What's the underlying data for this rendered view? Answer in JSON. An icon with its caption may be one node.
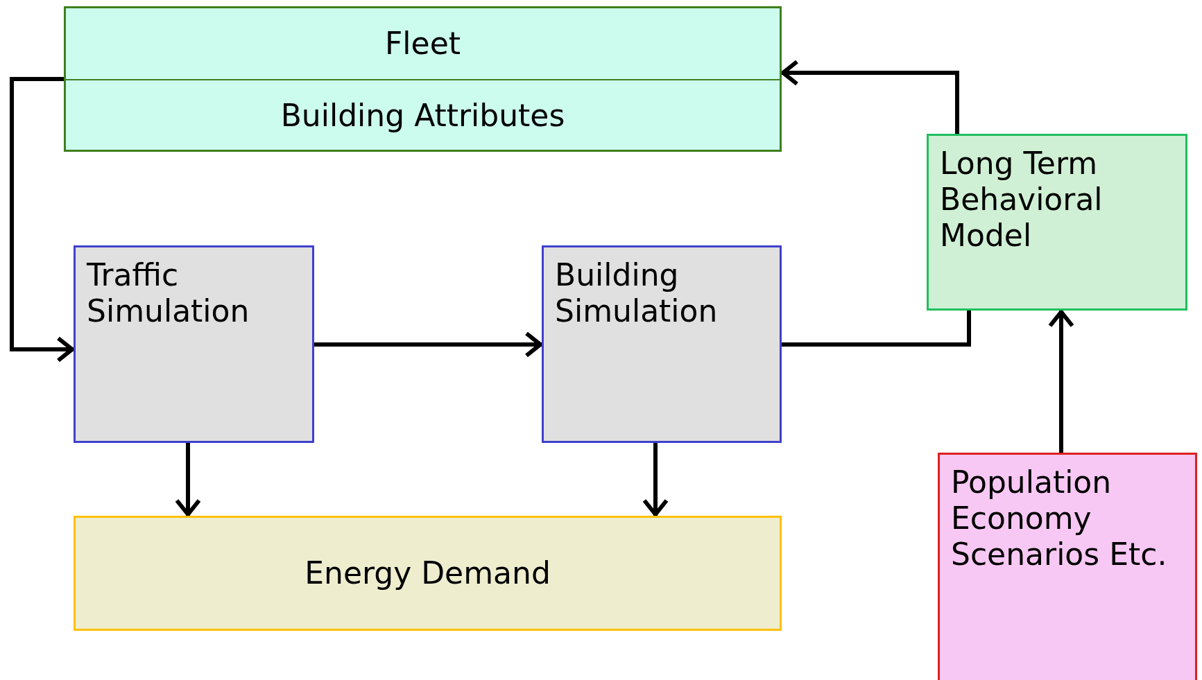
{
  "diagram": {
    "nodes": [
      {
        "text": [
          "Fleet",
          "Building Attributes"
        ]
      },
      {
        "text": [
          "Traffic Simulation"
        ]
      },
      {
        "text": [
          "Building Simulation"
        ]
      },
      {
        "text": [
          "Energy Demand"
        ]
      },
      {
        "text": [
          "Long Term Behavioral Model"
        ]
      },
      {
        "text": [
          "Population Economy Scenarios Etc."
        ]
      }
    ],
    "edges": [
      {
        "from": 0,
        "to": 1,
        "arrow": "to"
      },
      {
        "from": 1,
        "to": 2,
        "arrow": "to"
      },
      {
        "from": 1,
        "to": 3,
        "arrow": "to"
      },
      {
        "from": 2,
        "to": 3,
        "arrow": "to"
      },
      {
        "from": 2,
        "to": 4,
        "arrow": "none"
      },
      {
        "from": 4,
        "to": 0,
        "arrow": "to"
      },
      {
        "from": 5,
        "to": 4,
        "arrow": "to"
      }
    ]
  }
}
